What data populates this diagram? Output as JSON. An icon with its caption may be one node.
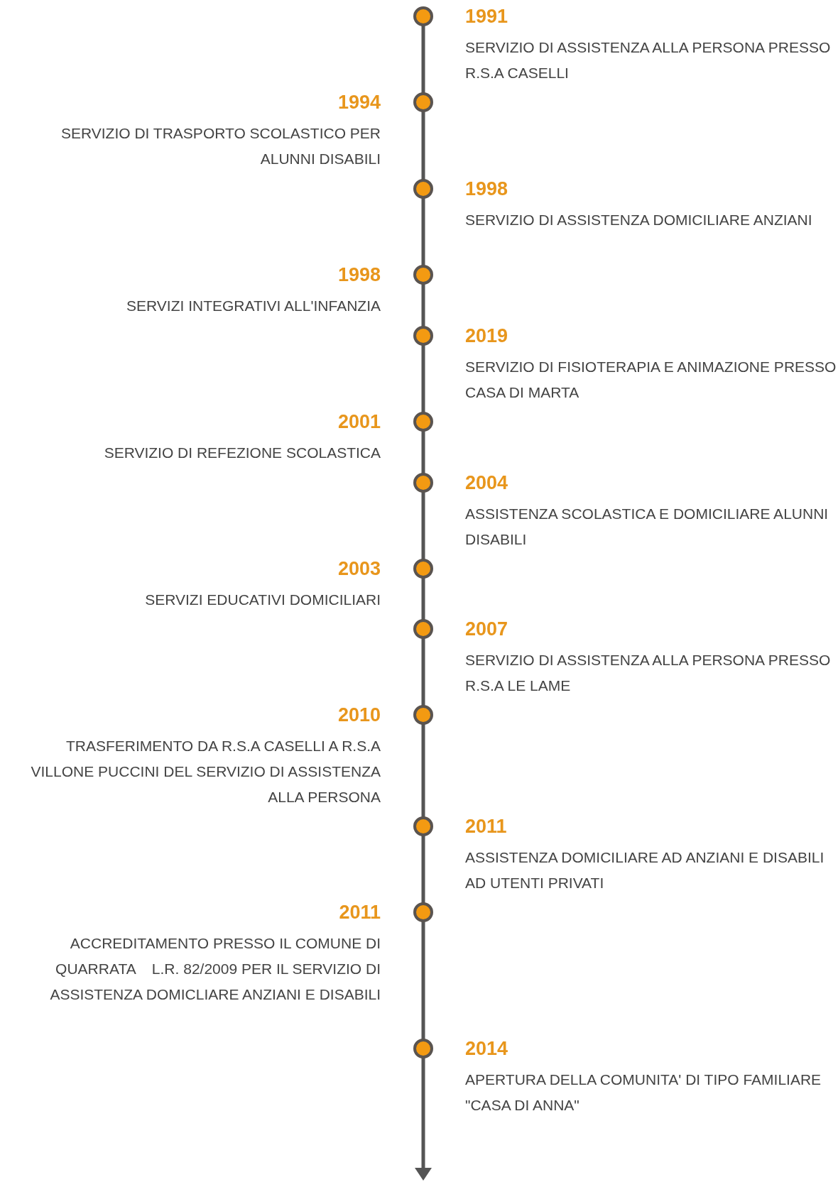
{
  "diagram": {
    "nodes": [
      {
        "text": [
          "1991",
          "SERVIZIO DI ASSISTENZA ALLA PERSONA PRESSO R.S.A CASELLI"
        ]
      },
      {
        "text": [
          "1994",
          "SERVIZIO DI TRASPORTO SCOLASTICO PER ALUNNI DISABILI"
        ]
      },
      {
        "text": [
          "1998",
          "SERVIZIO DI ASSISTENZA DOMICILIARE ANZIANI"
        ]
      },
      {
        "text": [
          "1998",
          "SERVIZI INTEGRATIVI ALL'INFANZIA"
        ]
      },
      {
        "text": [
          "2019",
          "SERVIZIO DI FISIOTERAPIA E ANIMAZIONE PRESSO CASA DI MARTA"
        ]
      },
      {
        "text": [
          "2001",
          "SERVIZIO DI REFEZIONE SCOLASTICA"
        ]
      },
      {
        "text": [
          "2004",
          "ASSISTENZA SCOLASTICA E DOMICILIARE ALUNNI DISABILI"
        ]
      },
      {
        "text": [
          "2003",
          "SERVIZI EDUCATIVI DOMICILIARI"
        ]
      },
      {
        "text": [
          "2007",
          "SERVIZIO DI ASSISTENZA ALLA PERSONA PRESSO R.S.A LE LAME"
        ]
      },
      {
        "text": [
          "2010",
          "TRASFERIMENTO DA R.S.A CASELLI A R.S.A VILLONE PUCCINI DEL SERVIZIO DI ASSISTENZA ALLA PERSONA"
        ]
      },
      {
        "text": [
          "2011",
          "ASSISTENZA DOMICILIARE AD ANZIANI E DISABILI AD UTENTI PRIVATI"
        ]
      },
      {
        "text": [
          "2011",
          "ACCREDITAMENTO PRESSO IL COMUNE DI QUARRATA    L.R. 82/2009 PER IL SERVIZIO DI ASSISTENZA DOMICLIARE ANZIANI E DISABILI"
        ]
      },
      {
        "text": [
          "2014",
          "APERTURA DELLA COMUNITA' DI TIPO FAMILIARE  \"CASA DI ANNA\""
        ]
      }
    ]
  }
}
